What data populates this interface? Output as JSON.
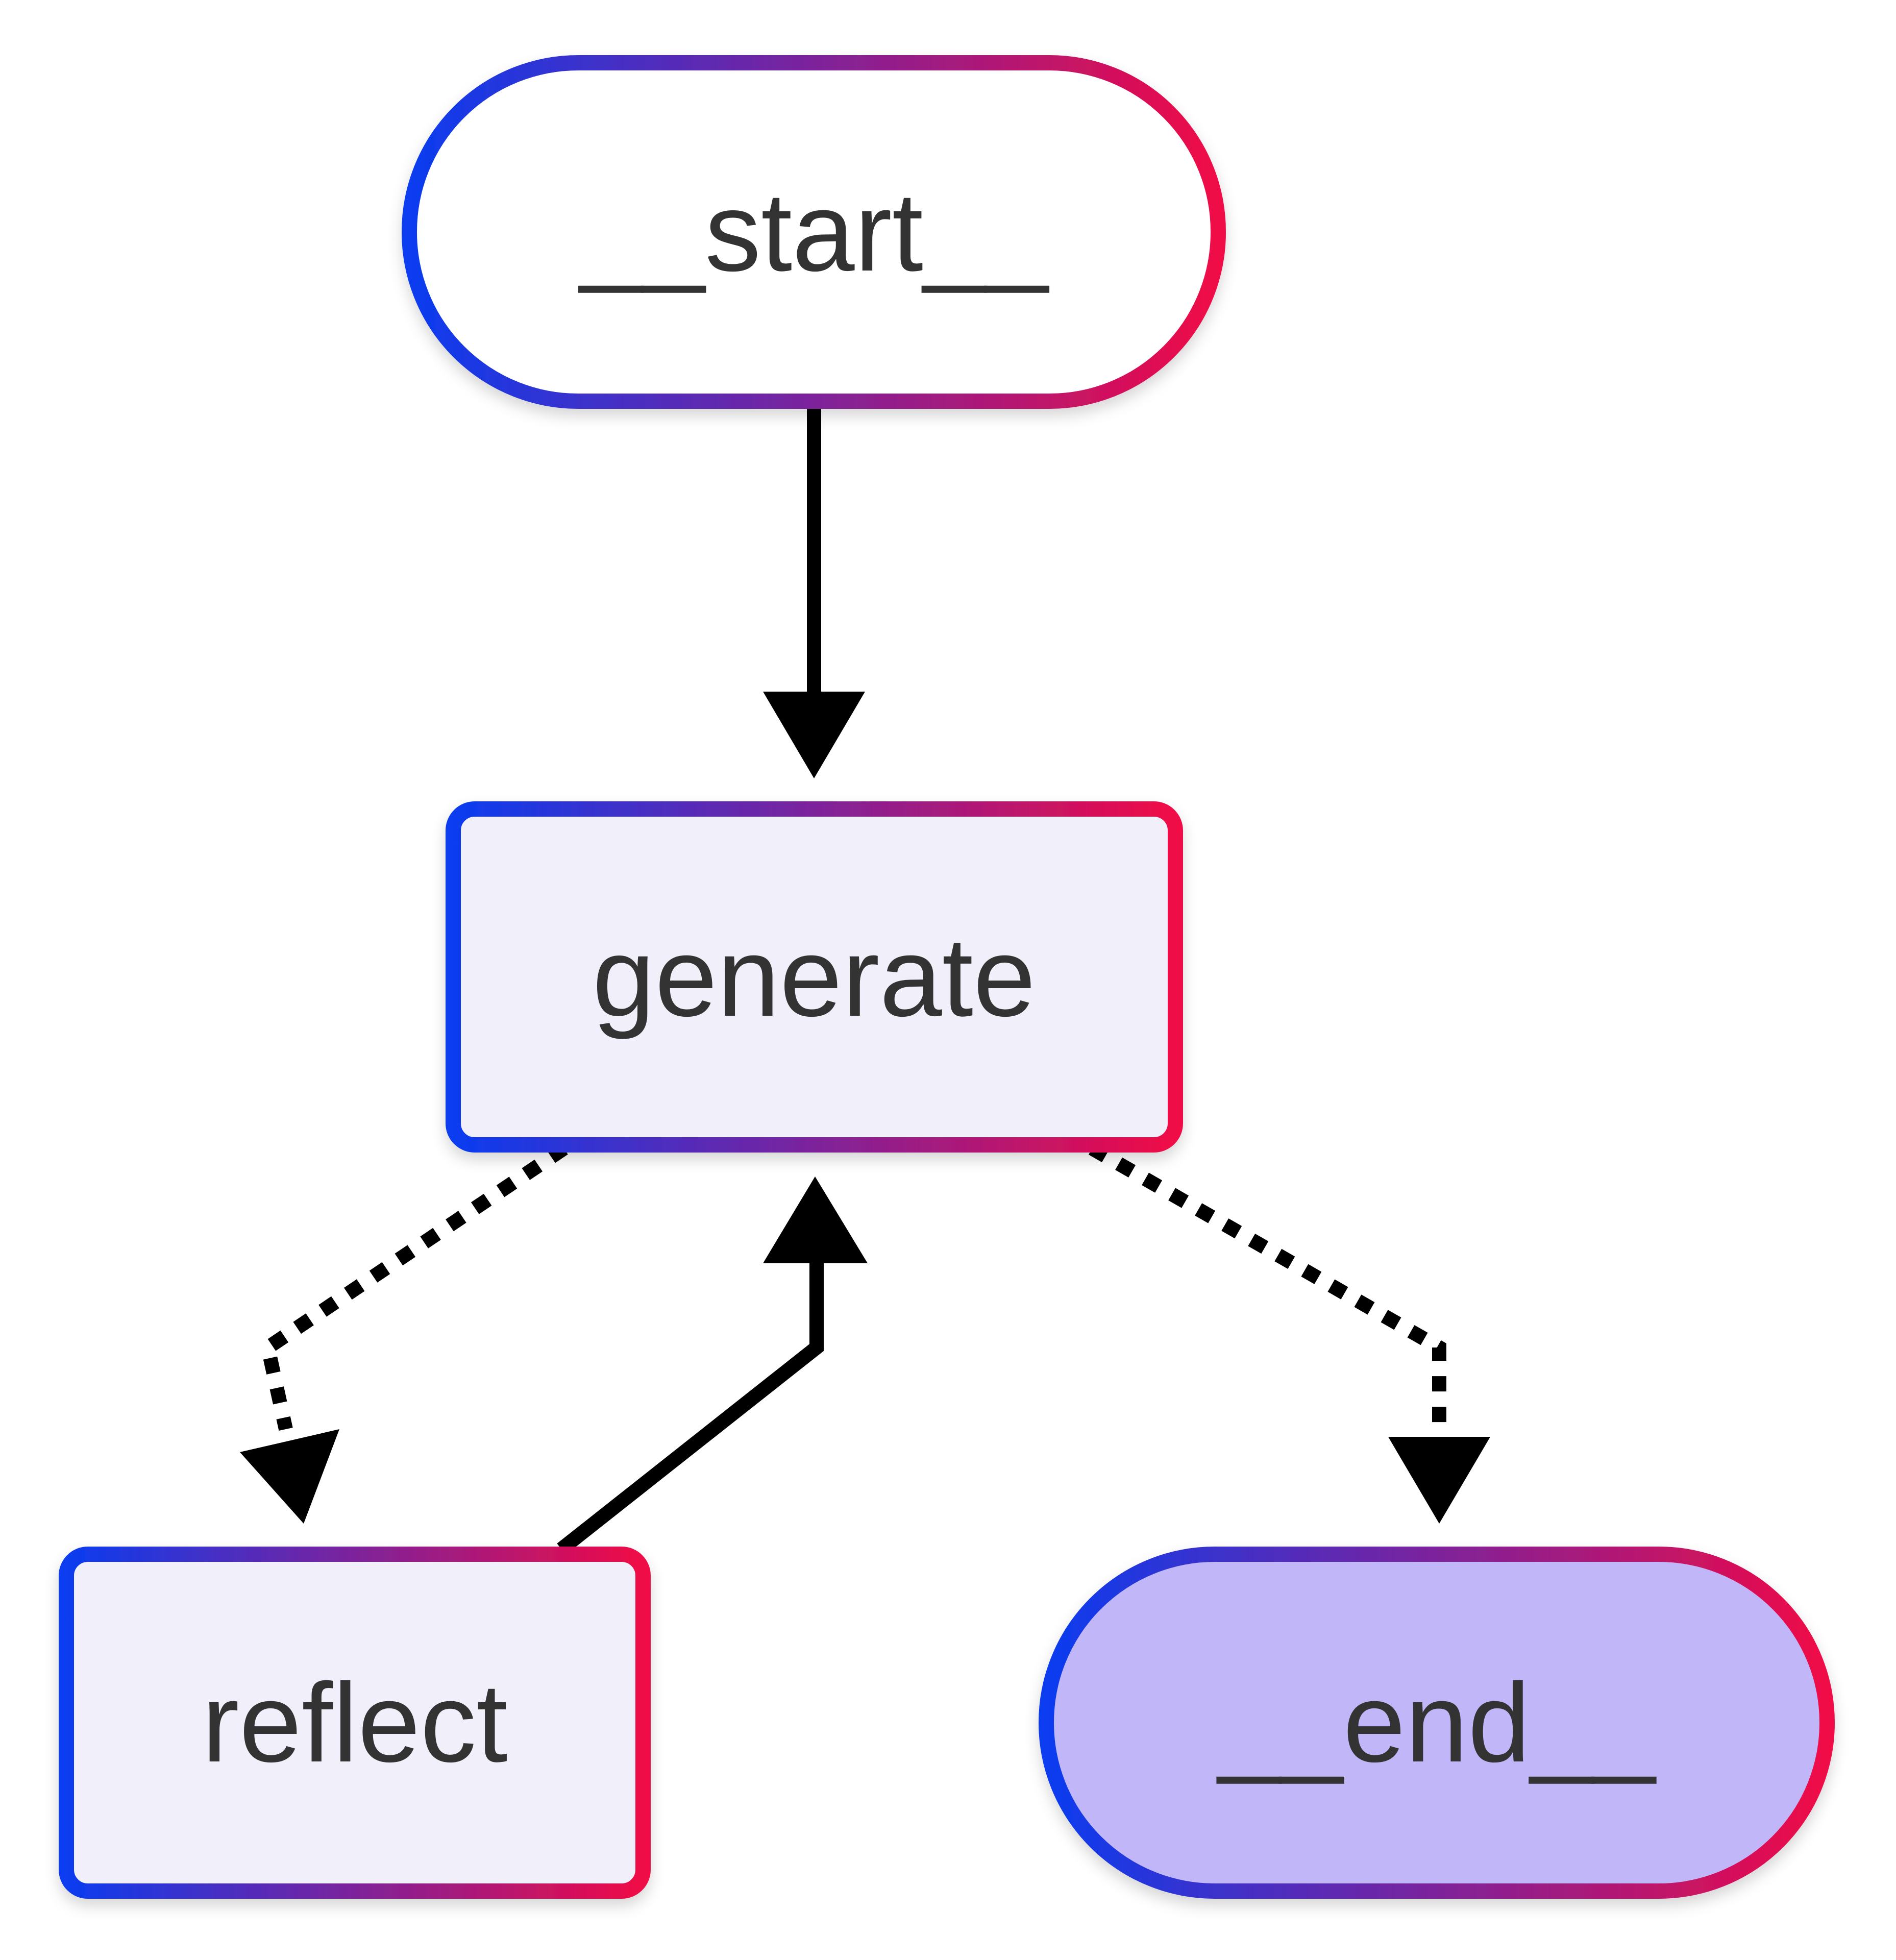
{
  "nodes": {
    "start": {
      "label": "__start__",
      "shape": "stadium",
      "fill": "#ffffff"
    },
    "generate": {
      "label": "generate",
      "shape": "rounded-rect",
      "fill": "#f0effa"
    },
    "reflect": {
      "label": "reflect",
      "shape": "rounded-rect",
      "fill": "#f0effa"
    },
    "end": {
      "label": "__end__",
      "shape": "stadium",
      "fill": "#c0b6f8"
    }
  },
  "edges": [
    {
      "from": "__start__",
      "to": "generate",
      "style": "solid"
    },
    {
      "from": "generate",
      "to": "reflect",
      "style": "dotted"
    },
    {
      "from": "generate",
      "to": "__end__",
      "style": "dotted"
    },
    {
      "from": "reflect",
      "to": "generate",
      "style": "solid"
    }
  ],
  "colors": {
    "border_gradient_start": "#0a3cf0",
    "border_gradient_end": "#f00a46",
    "edge": "#000000",
    "text": "#333333"
  }
}
